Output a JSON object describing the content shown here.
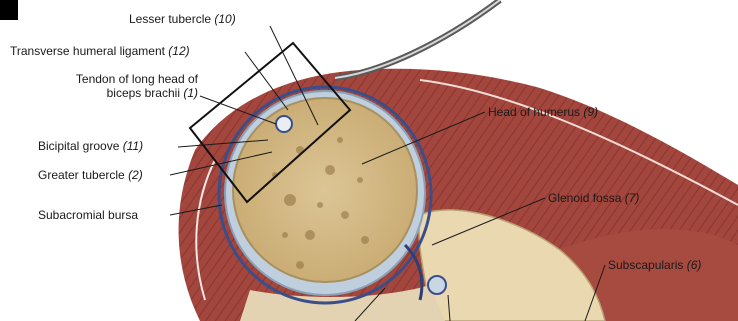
{
  "labels": {
    "lesser_tubercle": {
      "text": "Lesser tubercle",
      "num": "(10)"
    },
    "transverse_humeral_ligament": {
      "text": "Transverse humeral ligament",
      "num": "(12)"
    },
    "tendon_long_head_line1": {
      "text": "Tendon of long head of"
    },
    "tendon_long_head_line2": {
      "text": "biceps brachii",
      "num": "(1)"
    },
    "bicipital_groove": {
      "text": "Bicipital groove",
      "num": "(11)"
    },
    "greater_tubercle": {
      "text": "Greater tubercle",
      "num": "(2)"
    },
    "subacromial_bursa": {
      "text": "Subacromial bursa"
    },
    "head_of_humerus": {
      "text": "Head of humerus",
      "num": "(9)"
    },
    "glenoid_fossa": {
      "text": "Glenoid fossa",
      "num": "(7)"
    },
    "subscapularis": {
      "text": "Subscapularis",
      "num": "(6)"
    }
  },
  "colors": {
    "muscle": "#a8443c",
    "bone_cancellous": "#d8bf8c",
    "cartilage": "#b9c9d8",
    "fat": "#e9dcc0",
    "background": "#ffffff"
  }
}
